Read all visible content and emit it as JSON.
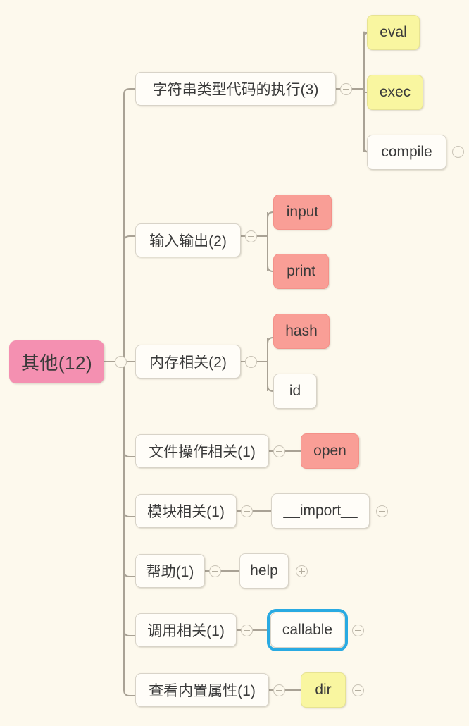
{
  "app": {
    "background_color": "#fdf9ed",
    "line_color": "#a9a295",
    "selection_color": "#29aae2"
  },
  "mindmap": {
    "root": {
      "label": "其他(12)",
      "color": "#f490b1",
      "toggle": "collapse-toggle",
      "toggle_symbol": "minus"
    },
    "branches": [
      {
        "label": "字符串类型代码的执行(3)",
        "toggle_symbol": "minus",
        "children": [
          {
            "label": "eval",
            "color": "#f9f6a0",
            "expand": null
          },
          {
            "label": "exec",
            "color": "#f9f6a0",
            "expand": null
          },
          {
            "label": "compile",
            "color": "#fffdf8",
            "expand": "plus"
          }
        ]
      },
      {
        "label": "输入输出(2)",
        "toggle_symbol": "minus",
        "children": [
          {
            "label": "input",
            "color": "#f99e96",
            "expand": null
          },
          {
            "label": "print",
            "color": "#f99e96",
            "expand": null
          }
        ]
      },
      {
        "label": "内存相关(2)",
        "toggle_symbol": "minus",
        "children": [
          {
            "label": "hash",
            "color": "#f99e96",
            "expand": null
          },
          {
            "label": "id",
            "color": "#fffdf8",
            "expand": null
          }
        ]
      },
      {
        "label": "文件操作相关(1)",
        "toggle_symbol": "minus",
        "children": [
          {
            "label": "open",
            "color": "#f99e96",
            "expand": null
          }
        ]
      },
      {
        "label": "模块相关(1)",
        "toggle_symbol": "minus",
        "children": [
          {
            "label": "__import__",
            "color": "#fffdf8",
            "expand": "plus"
          }
        ]
      },
      {
        "label": "帮助(1)",
        "toggle_symbol": "minus",
        "children": [
          {
            "label": "help",
            "color": "#fffdf8",
            "expand": "plus"
          }
        ]
      },
      {
        "label": "调用相关(1)",
        "toggle_symbol": "minus",
        "children": [
          {
            "label": "callable",
            "color": "#fffdf8",
            "expand": "plus",
            "selected": true
          }
        ]
      },
      {
        "label": "查看内置属性(1)",
        "toggle_symbol": "minus",
        "children": [
          {
            "label": "dir",
            "color": "#f9f6a0",
            "expand": "plus"
          }
        ]
      }
    ]
  }
}
